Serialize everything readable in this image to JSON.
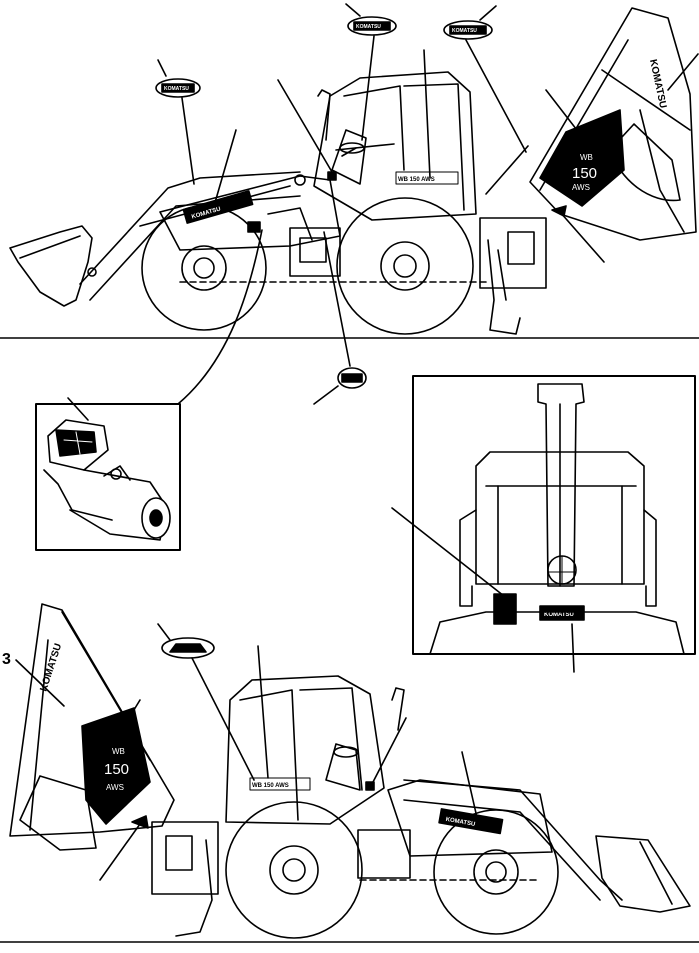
{
  "callouts": {
    "item_3": "3"
  },
  "decals": {
    "komatsu_text": "KOMATSU",
    "model_text": "WB 150 AWS",
    "aws_top": "WB",
    "aws_number": "150",
    "aws_bottom": "AWS"
  },
  "colors": {
    "ink": "#000000",
    "paper": "#ffffff"
  }
}
